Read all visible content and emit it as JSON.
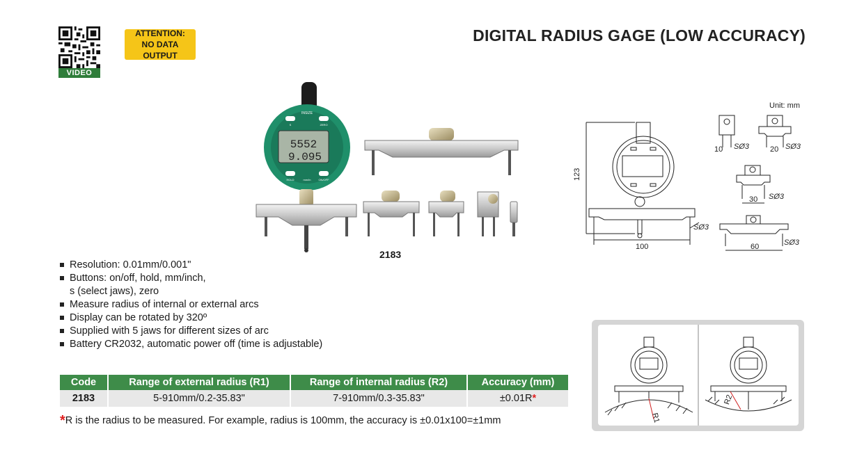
{
  "header": {
    "qr_label": "VIDEO",
    "attention": "ATTENTION: NO DATA OUTPUT",
    "title": "DIGITAL RADIUS GAGE (LOW ACCURACY)"
  },
  "product": {
    "code": "2183",
    "display_line1": "5552",
    "display_line2": "9.095",
    "button_labels": [
      "S",
      "ZERO",
      "HOLD",
      "mm/in",
      "ON/OFF"
    ],
    "brand": "INSIZE"
  },
  "drawing": {
    "unit": "Unit: mm",
    "dims": {
      "height": "123",
      "width": "100",
      "jaw1": "10",
      "jaw2": "20",
      "jaw3": "30",
      "jaw4": "60",
      "ball": "SØ3"
    }
  },
  "features": [
    "Resolution: 0.01mm/0.001\"",
    "Buttons: on/off, hold, mm/inch,",
    "s (select jaws), zero",
    "Measure radius of internal or external arcs",
    "Display can be rotated by 320º",
    "Supplied with 5 jaws for different sizes of arc",
    "Battery CR2032, automatic power off (time is adjustable)"
  ],
  "table": {
    "headers": [
      "Code",
      "Range of external radius (R1)",
      "Range of internal radius (R2)",
      "Accuracy (mm)"
    ],
    "rows": [
      [
        "2183",
        "5-910mm/0.2-35.83\"",
        "7-910mm/0.3-35.83\"",
        "±0.01R"
      ]
    ],
    "accuracy_star": "*"
  },
  "footnote": {
    "star": "*",
    "text": "R is the radius to be measured. For example, radius is 100mm, the accuracy is ±0.01x100=±1mm"
  },
  "usage": {
    "label_r1": "R1",
    "label_r2": "R2"
  },
  "colors": {
    "green": "#3e8c49",
    "attention": "#f5c518",
    "gauge_green": "#1f8f6a",
    "star_red": "#e02020"
  }
}
